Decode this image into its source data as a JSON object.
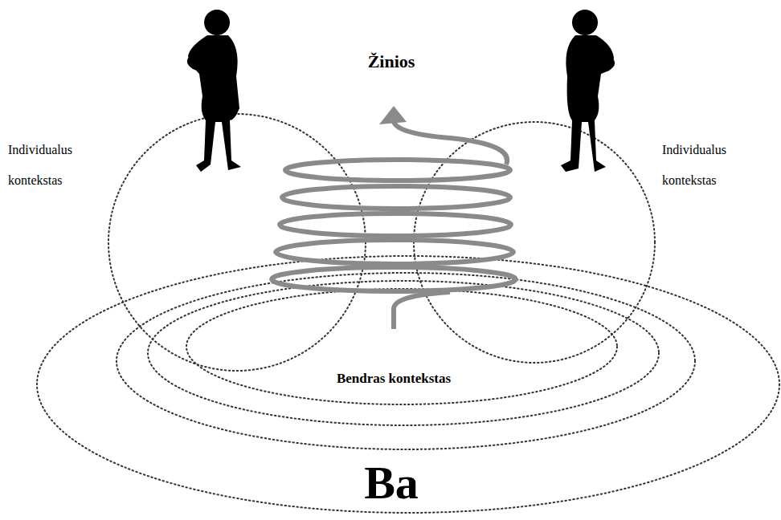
{
  "diagram": {
    "labels": [
      "Žinios",
      "Individualus kontekstas",
      "Individualus kontekstas",
      "Bendras kontekstas",
      "Ba"
    ]
  }
}
